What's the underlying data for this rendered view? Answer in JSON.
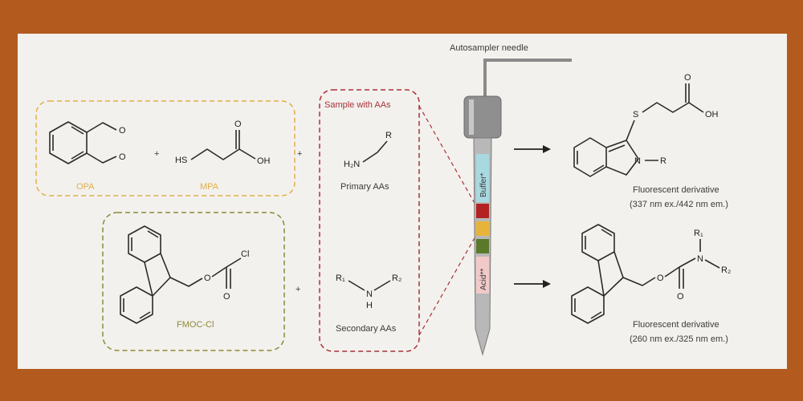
{
  "needle_label": "Autosampler needle",
  "opa_box": {
    "opa_label": "OPA",
    "mpa_label": "MPA",
    "plus1": "+",
    "plus2": "+",
    "mpa_hs": "HS",
    "mpa_o": "O",
    "mpa_oh": "OH",
    "opa_o1": "O",
    "opa_o2": "O"
  },
  "fmoc_box": {
    "label": "FMOC-Cl",
    "cl": "Cl",
    "o_ester": "O",
    "o_carbonyl": "O"
  },
  "plus_fmoc": "+",
  "sample_box": {
    "title": "Sample with AAs",
    "primary_h2n": "H₂N",
    "primary_r": "R",
    "primary_label": "Primary AAs",
    "r1": "R₁",
    "r2": "R₂",
    "n": "N",
    "h": "H",
    "secondary_label": "Secondary AAs"
  },
  "needle_segments": {
    "buffer": "Buffer*",
    "acid": "Acid**"
  },
  "product1": {
    "s": "S",
    "o": "O",
    "oh": "OH",
    "n": "N",
    "r": "R",
    "title": "Fluorescent derivative",
    "wavelengths": "(337 nm ex./442 nm em.)"
  },
  "product2": {
    "r1": "R₁",
    "n": "N",
    "r2": "R₂",
    "o_ester": "O",
    "o_carbonyl": "O",
    "title": "Fluorescent derivative",
    "wavelengths": "(260 nm ex./325 nm em.)"
  },
  "colors": {
    "opa_box": "#e3b04b",
    "fmoc_box": "#8a8a3a",
    "sample_box": "#a8323a",
    "buffer": "#a9d9e0",
    "red_band": "#b22222",
    "yellow_band": "#e7b43a",
    "green_band": "#5a7a2a",
    "acid": "#f2c9c9"
  }
}
